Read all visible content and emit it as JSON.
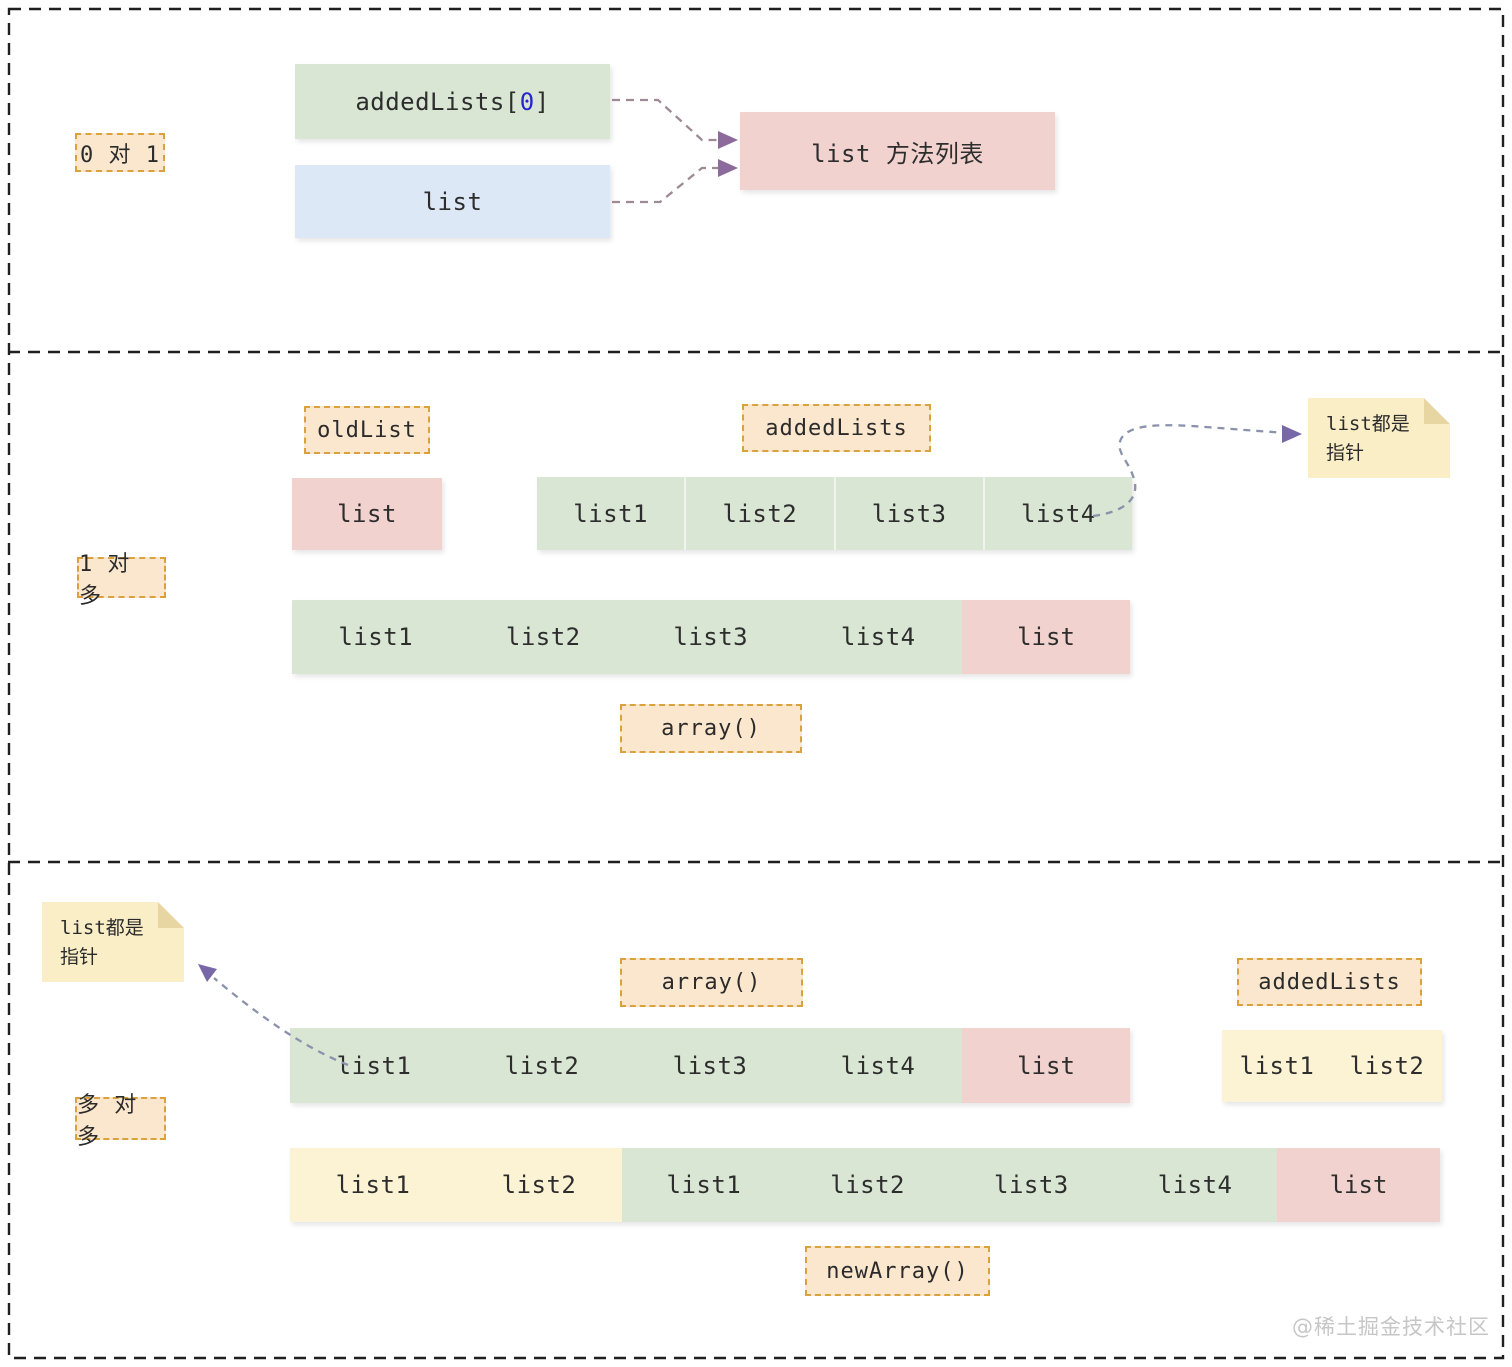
{
  "palette": {
    "green": "#d9e6d4",
    "blue": "#dde8f6",
    "pink": "#f1d2cf",
    "label_fill": "#fbe7cd",
    "label_border": "#d9a23f",
    "sticky_yellow": "#faeec7",
    "array_yellow": "#fcf3d4",
    "arrow_line_warm": "#9e8a94",
    "arrow_line_cool": "#8a93ab",
    "arrow_head_purple": "#8d6a9c",
    "frame_border": "#1f1f1f",
    "index_blue": "#2626cc"
  },
  "section1": {
    "tag": "0 对 1",
    "added_prefix": "addedLists[",
    "added_index": "0",
    "added_suffix": "]",
    "list_box": "list",
    "method_box": "list 方法列表"
  },
  "section2": {
    "tag": "1 对 多",
    "old_list_label": "oldList",
    "added_lists_label": "addedLists",
    "list_box": "list",
    "added_cells": [
      "list1",
      "list2",
      "list3",
      "list4"
    ],
    "merged_cells": [
      "list1",
      "list2",
      "list3",
      "list4"
    ],
    "merged_pink": "list",
    "array_label": "array()",
    "note": {
      "line1": "list都是",
      "line2": "指针"
    }
  },
  "section3": {
    "tag": "多 对 多",
    "note": {
      "line1": "list都是",
      "line2": "指针"
    },
    "array_label": "array()",
    "added_lists_label": "addedLists",
    "upper_green_cells": [
      "list1",
      "list2",
      "list3",
      "list4"
    ],
    "upper_pink": "list",
    "added_cells": [
      "list1",
      "list2"
    ],
    "lower_yellow_cells": [
      "list1",
      "list2"
    ],
    "lower_green_cells": [
      "list1",
      "list2",
      "list3",
      "list4"
    ],
    "lower_pink": "list",
    "new_array_label": "newArray()"
  },
  "watermark": "@稀土掘金技术社区"
}
